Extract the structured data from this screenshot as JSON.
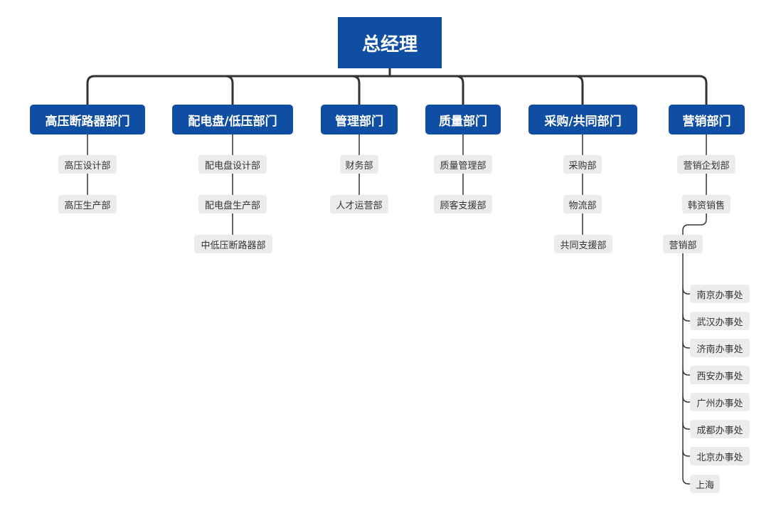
{
  "colors": {
    "node": "#0f4ea3",
    "line": "#333333",
    "subnode": "#ececec"
  },
  "root": {
    "label": "总经理"
  },
  "departments": [
    {
      "label": "高压断路器部门",
      "children": [
        "高压设计部",
        "高压生产部"
      ]
    },
    {
      "label": "配电盘/低压部门",
      "children": [
        "配电盘设计部",
        "配电盘生产部",
        "中低压断路器部"
      ]
    },
    {
      "label": "管理部门",
      "children": [
        "财务部",
        "人才运营部"
      ]
    },
    {
      "label": "质量部门",
      "children": [
        "质量管理部",
        "顾客支援部"
      ]
    },
    {
      "label": "采购/共同部门",
      "children": [
        "采购部",
        "物流部",
        "共同支援部"
      ]
    },
    {
      "label": "营销部门",
      "children": [
        "营销企划部",
        "韩资销售",
        "营销部"
      ]
    }
  ],
  "sales_offices": [
    "南京办事处",
    "武汉办事处",
    "济南办事处",
    "西安办事处",
    "广州办事处",
    "成都办事处",
    "北京办事处",
    "上海"
  ]
}
